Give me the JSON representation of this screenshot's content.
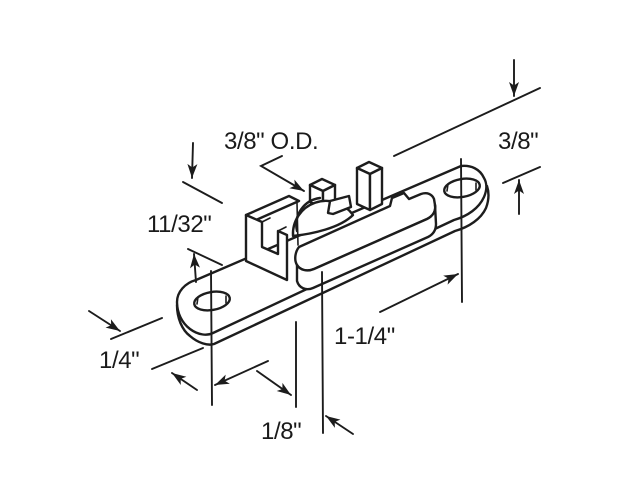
{
  "figure": {
    "background_color": "#ffffff",
    "line_color": "#1c1c1c",
    "dimensions": {
      "roller_od": "3/8\" O.D.",
      "housing_height": "3/8\"",
      "bracket_height": "11/32\"",
      "plate_thickness": "1/4\"",
      "hole_offset": "1/8\"",
      "hole_spacing": "1-1/4\""
    }
  }
}
